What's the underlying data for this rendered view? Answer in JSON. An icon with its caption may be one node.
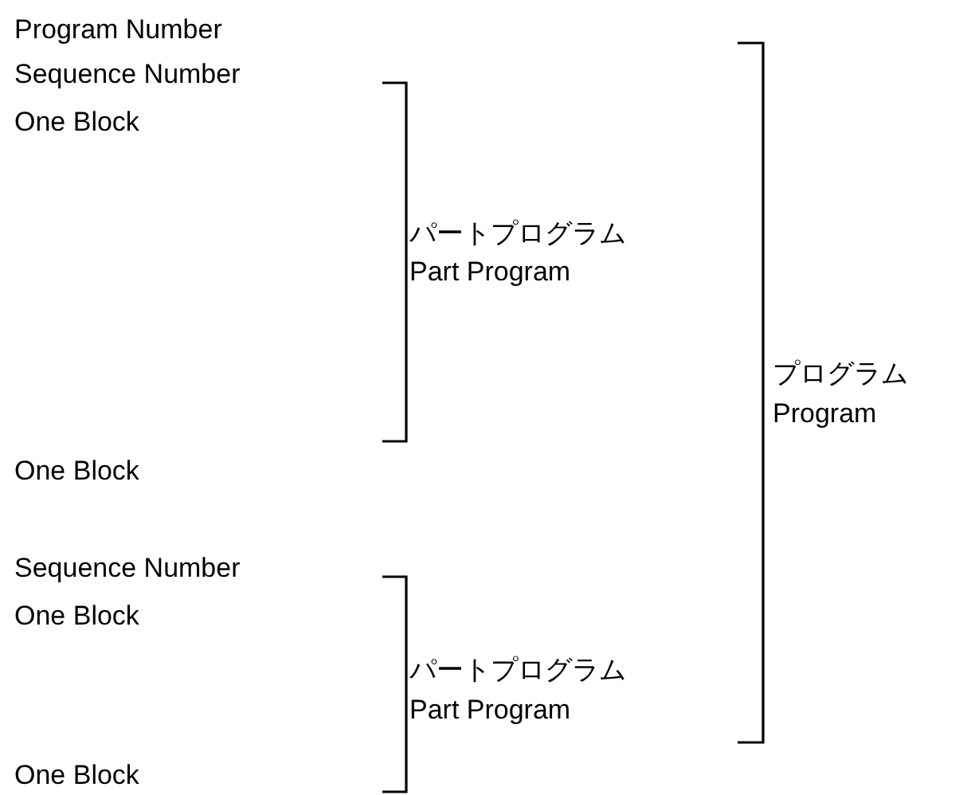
{
  "diagram": {
    "labels": [
      "Program Number",
      "Sequence Number",
      "One Block",
      "パートプログラム",
      "Part Program",
      "プログラム",
      "Program",
      "One Block",
      "Sequence Number",
      "One Block",
      "パートプログラム",
      "Part Program",
      "One Block"
    ]
  }
}
